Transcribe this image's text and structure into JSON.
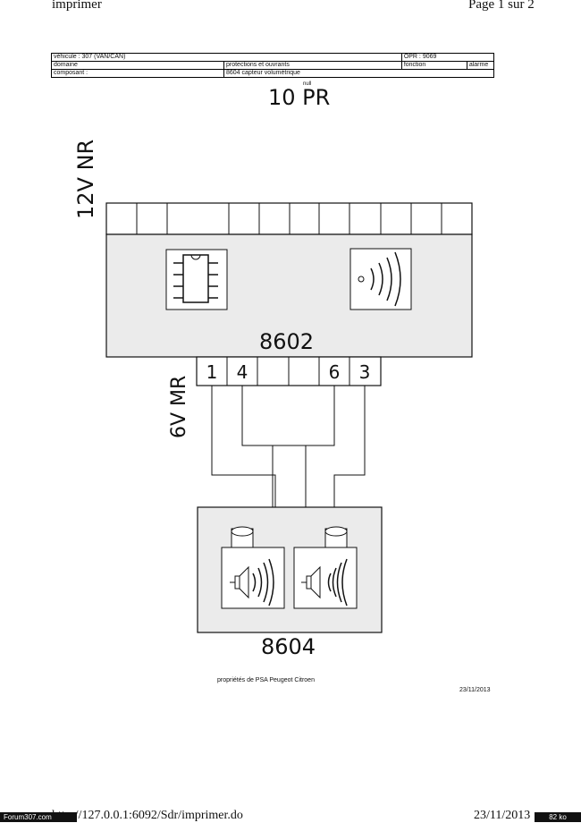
{
  "header": {
    "left": "imprimer",
    "right": "Page 1 sur 2"
  },
  "info_table": {
    "vehicle": "véhicule : 307 (VAN/CAN)",
    "opr": "OPR : 9069",
    "domain_label": "domaine",
    "domain_value": "protections et ouvrants",
    "function_label": "fonction",
    "function_value": "alarme",
    "component_label": "composant :",
    "component_value": "8604 capteur volumétrique",
    "null_label": "null"
  },
  "diagram": {
    "title": "10 PR",
    "supply_label": "12V NR",
    "connector_label": "6V MR",
    "module_code": "8602",
    "sensor_code": "8604",
    "pins": [
      "1",
      "4",
      "",
      "",
      "6",
      "3"
    ]
  },
  "footer": {
    "owner": "propriétés de PSA Peugeot Citroen",
    "date": "23/11/2013"
  },
  "bottom_bar": {
    "url": "http://127.0.0.1:6092/Sdr/imprimer.do",
    "date": "23/11/2013"
  },
  "watermark": {
    "left": "Forum307.com",
    "right": "82 ko"
  }
}
